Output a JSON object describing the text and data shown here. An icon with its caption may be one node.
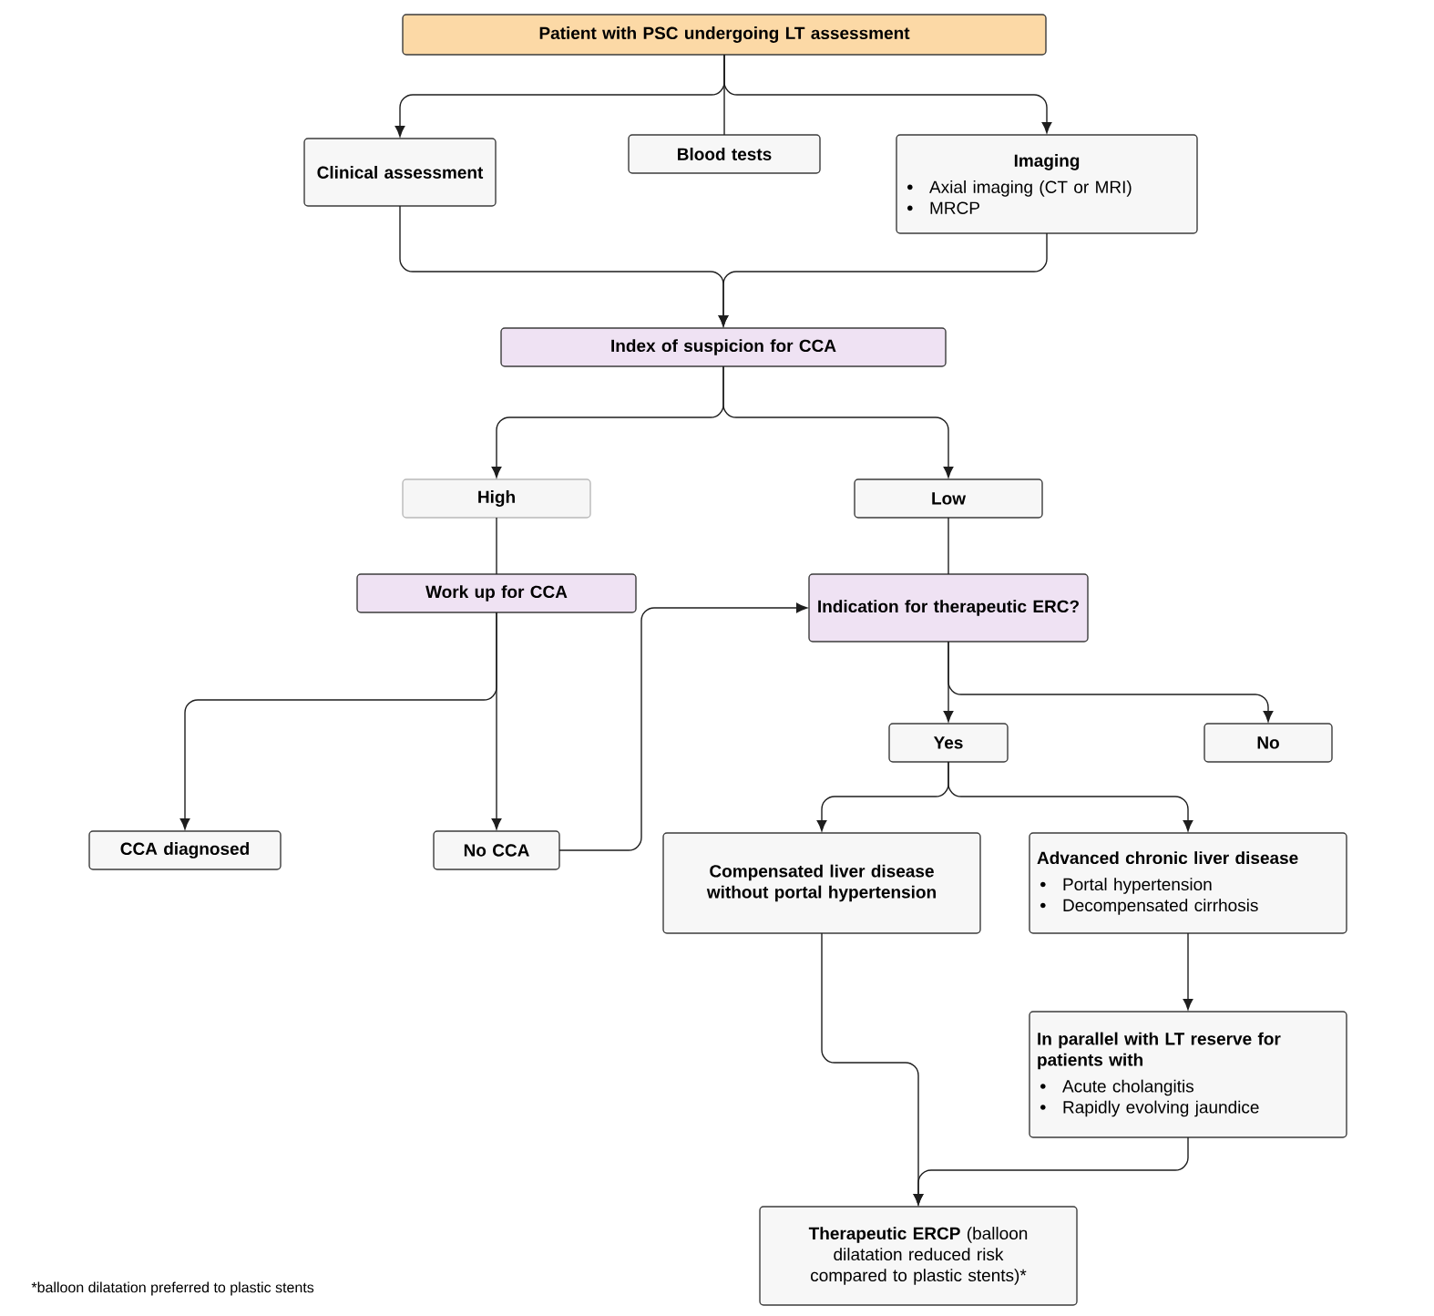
{
  "diagram": {
    "nodes": [
      {
        "text": [
          "Patient with PSC undergoing LT assessment"
        ]
      },
      {
        "text": [
          "Clinical assessment"
        ]
      },
      {
        "text": [
          "Blood tests"
        ]
      },
      {
        "text": [
          "Imaging",
          "Axial imaging (CT or MRI)",
          "MRCP"
        ]
      },
      {
        "text": [
          "Index of suspicion for CCA"
        ]
      },
      {
        "text": [
          "High"
        ]
      },
      {
        "text": [
          "Low"
        ]
      },
      {
        "text": [
          "Work up for CCA"
        ]
      },
      {
        "text": [
          "Indication for therapeutic ERC?"
        ]
      },
      {
        "text": [
          "Yes"
        ]
      },
      {
        "text": [
          "No"
        ]
      },
      {
        "text": [
          "CCA diagnosed"
        ]
      },
      {
        "text": [
          "No CCA"
        ]
      },
      {
        "text": [
          "Compensated liver disease without portal hypertension"
        ]
      },
      {
        "text": [
          "Advanced chronic liver disease",
          "Portal hypertension",
          "Decompensated cirrhosis"
        ]
      },
      {
        "text": [
          "In parallel with LT reserve for patients with",
          "Acute cholangitis",
          "Rapidly evolving jaundice"
        ]
      },
      {
        "text": [
          "**Therapeutic ERCP** (balloon dilatation reduced risk compared to plastic stents)*"
        ]
      }
    ],
    "edges": [
      {
        "from": 0,
        "to": 1,
        "arrow": "to"
      },
      {
        "from": 0,
        "to": 2,
        "arrow": "none"
      },
      {
        "from": 0,
        "to": 3,
        "arrow": "to"
      },
      {
        "from": 1,
        "to": 4,
        "arrow": "to"
      },
      {
        "from": 3,
        "to": 4,
        "arrow": "to"
      },
      {
        "from": 4,
        "to": 5,
        "arrow": "to"
      },
      {
        "from": 4,
        "to": 6,
        "arrow": "to"
      },
      {
        "from": 5,
        "to": 7,
        "arrow": "none"
      },
      {
        "from": 6,
        "to": 8,
        "arrow": "none"
      },
      {
        "from": 7,
        "to": 11,
        "arrow": "to"
      },
      {
        "from": 7,
        "to": 12,
        "arrow": "to"
      },
      {
        "from": 12,
        "to": 8,
        "arrow": "to"
      },
      {
        "from": 8,
        "to": 9,
        "arrow": "to"
      },
      {
        "from": 8,
        "to": 10,
        "arrow": "to"
      },
      {
        "from": 9,
        "to": 13,
        "arrow": "to"
      },
      {
        "from": 9,
        "to": 14,
        "arrow": "to"
      },
      {
        "from": 14,
        "to": 15,
        "arrow": "to"
      },
      {
        "from": 13,
        "to": 16,
        "arrow": "to"
      },
      {
        "from": 15,
        "to": 16,
        "arrow": "to"
      }
    ],
    "labels": [
      "*balloon dilatation preferred to plastic stents"
    ]
  }
}
